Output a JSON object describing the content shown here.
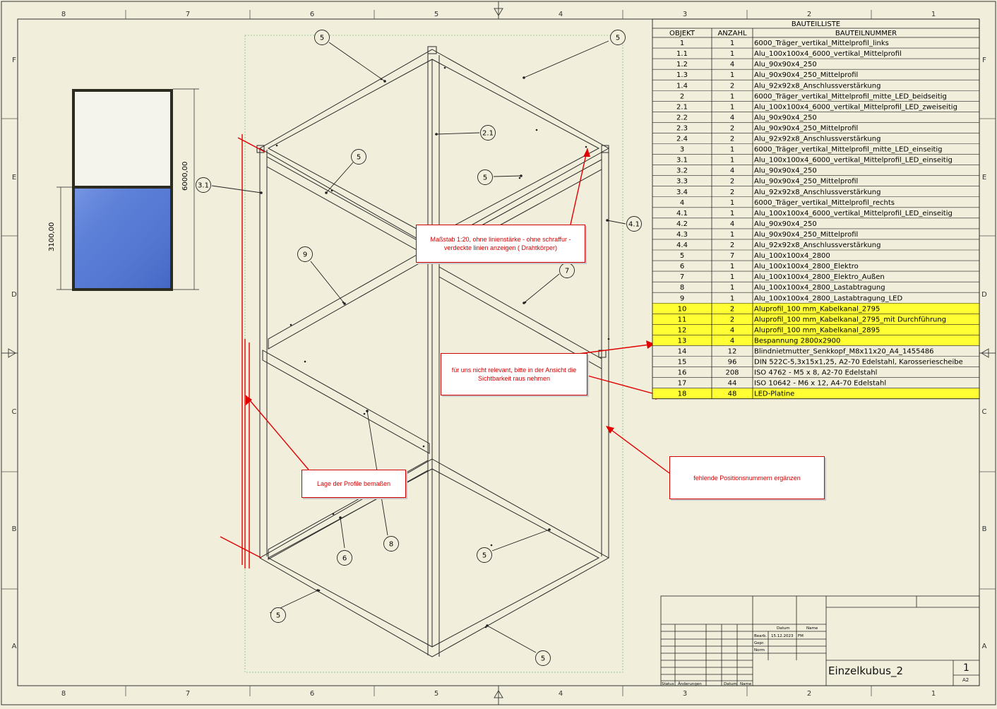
{
  "frame": {
    "cols_top": [
      "8",
      "7",
      "6",
      "5",
      "4",
      "3",
      "2",
      "1"
    ],
    "rows_side": [
      "F",
      "E",
      "D",
      "C",
      "B",
      "A"
    ]
  },
  "bom": {
    "title": "BAUTEILLISTE",
    "headers": [
      "OBJEKT",
      "ANZAHL",
      "BAUTEILNUMMER"
    ],
    "rows": [
      {
        "obj": "1",
        "qty": "1",
        "part": "6000_Träger_vertikal_Mittelprofil_links",
        "hl": false
      },
      {
        "obj": "1.1",
        "qty": "1",
        "part": "Alu_100x100x4_6000_vertikal_Mittelprofil",
        "hl": false
      },
      {
        "obj": "1.2",
        "qty": "4",
        "part": "Alu_90x90x4_250",
        "hl": false
      },
      {
        "obj": "1.3",
        "qty": "1",
        "part": "Alu_90x90x4_250_Mittelprofil",
        "hl": false
      },
      {
        "obj": "1.4",
        "qty": "2",
        "part": "Alu_92x92x8_Anschlussverstärkung",
        "hl": false
      },
      {
        "obj": "2",
        "qty": "1",
        "part": "6000_Träger_vertikal_Mittelprofil_mitte_LED_beidseitig",
        "hl": false
      },
      {
        "obj": "2.1",
        "qty": "1",
        "part": "Alu_100x100x4_6000_vertikal_Mittelprofil_LED_zweiseitig",
        "hl": false
      },
      {
        "obj": "2.2",
        "qty": "4",
        "part": "Alu_90x90x4_250",
        "hl": false
      },
      {
        "obj": "2.3",
        "qty": "2",
        "part": "Alu_90x90x4_250_Mittelprofil",
        "hl": false
      },
      {
        "obj": "2.4",
        "qty": "2",
        "part": "Alu_92x92x8_Anschlussverstärkung",
        "hl": false
      },
      {
        "obj": "3",
        "qty": "1",
        "part": "6000_Träger_vertikal_Mittelprofil_mitte_LED_einseitig",
        "hl": false
      },
      {
        "obj": "3.1",
        "qty": "1",
        "part": "Alu_100x100x4_6000_vertikal_Mittelprofil_LED_einseitig",
        "hl": false
      },
      {
        "obj": "3.2",
        "qty": "4",
        "part": "Alu_90x90x4_250",
        "hl": false
      },
      {
        "obj": "3.3",
        "qty": "2",
        "part": "Alu_90x90x4_250_Mittelprofil",
        "hl": false
      },
      {
        "obj": "3.4",
        "qty": "2",
        "part": "Alu_92x92x8_Anschlussverstärkung",
        "hl": false
      },
      {
        "obj": "4",
        "qty": "1",
        "part": "6000_Träger_vertikal_Mittelprofil_rechts",
        "hl": false
      },
      {
        "obj": "4.1",
        "qty": "1",
        "part": "Alu_100x100x4_6000_vertikal_Mittelprofil_LED_einseitig",
        "hl": false
      },
      {
        "obj": "4.2",
        "qty": "4",
        "part": "Alu_90x90x4_250",
        "hl": false
      },
      {
        "obj": "4.3",
        "qty": "1",
        "part": "Alu_90x90x4_250_Mittelprofil",
        "hl": false
      },
      {
        "obj": "4.4",
        "qty": "2",
        "part": "Alu_92x92x8_Anschlussverstärkung",
        "hl": false
      },
      {
        "obj": "5",
        "qty": "7",
        "part": "Alu_100x100x4_2800",
        "hl": false
      },
      {
        "obj": "6",
        "qty": "1",
        "part": "Alu_100x100x4_2800_Elektro",
        "hl": false
      },
      {
        "obj": "7",
        "qty": "1",
        "part": "Alu_100x100x4_2800_Elektro_Außen",
        "hl": false
      },
      {
        "obj": "8",
        "qty": "1",
        "part": "Alu_100x100x4_2800_Lastabtragung",
        "hl": false
      },
      {
        "obj": "9",
        "qty": "1",
        "part": "Alu_100x100x4_2800_Lastabtragung_LED",
        "hl": false
      },
      {
        "obj": "10",
        "qty": "2",
        "part": "Aluprofil_100 mm_Kabelkanal_2795",
        "hl": true
      },
      {
        "obj": "11",
        "qty": "2",
        "part": "Aluprofil_100 mm_Kabelkanal_2795_mit Durchführung",
        "hl": true
      },
      {
        "obj": "12",
        "qty": "4",
        "part": "Aluprofil_100 mm_Kabelkanal_2895",
        "hl": true
      },
      {
        "obj": "13",
        "qty": "4",
        "part": "Bespannung 2800x2900",
        "hl": true
      },
      {
        "obj": "14",
        "qty": "12",
        "part": "Blindnietmutter_Senkkopf_M8x11x20_A4_1455486",
        "hl": false
      },
      {
        "obj": "15",
        "qty": "96",
        "part": "DIN 522C-5,3x15x1,25, A2-70 Edelstahl, Karosseriescheibe",
        "hl": false
      },
      {
        "obj": "16",
        "qty": "208",
        "part": "ISO 4762 - M5 x 8, A2-70 Edelstahl",
        "hl": false
      },
      {
        "obj": "17",
        "qty": "44",
        "part": "ISO 10642 - M6 x 12, A4-70 Edelstahl",
        "hl": false
      },
      {
        "obj": "18",
        "qty": "48",
        "part": "LED-Platine",
        "hl": true
      }
    ]
  },
  "colors": {
    "paper": "#f1efdb",
    "highlight": "#ffff33",
    "markup": "#e00000",
    "glass": "#5b7fd6"
  },
  "thumbnail": {
    "dim_total": "6000,00",
    "dim_lower": "3100,00"
  },
  "callouts": [
    "5",
    "5",
    "2.1",
    "5",
    "5",
    "3.1",
    "4.1",
    "9",
    "7",
    "6",
    "8",
    "5",
    "5",
    "5"
  ],
  "notes": {
    "scale": "Maßstab 1:20, ohne linienstärke -  ohne schraffur - verdeckte linien anzeigen        ( Drahtkörper)",
    "relevance": "für uns nicht relevant, bitte in der Ansicht die Sichtbarkeit raus nehmen",
    "profiles": "Lage der Profile bemaßen",
    "positions": "fehlende Positionsnummern ergänzen"
  },
  "titleblock": {
    "col_datum": "Datum",
    "col_name": "Name",
    "bearb": "Bearb.",
    "date": "15.12.2023",
    "name": "FM",
    "gepr": "Gepr.",
    "norm": "Norm",
    "status": "Status",
    "aenderungen": "Änderungen",
    "datum2": "Datum",
    "name2": "Name",
    "drawing_title": "Einzelkubus_2",
    "sheet_no": "1",
    "format": "A2"
  }
}
